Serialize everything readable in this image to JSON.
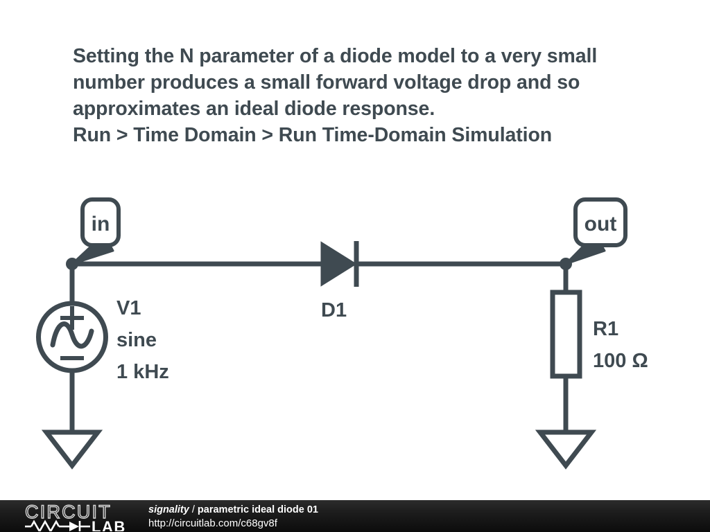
{
  "description": {
    "lines": [
      "Setting the N parameter of a diode model to a very small",
      "number produces a small forward voltage drop and so",
      "approximates an ideal diode response.",
      "Run > Time Domain > Run Time-Domain Simulation"
    ]
  },
  "schematic": {
    "nodes": [
      {
        "id": "in",
        "label": "in"
      },
      {
        "id": "out",
        "label": "out"
      }
    ],
    "components": {
      "source": {
        "name": "V1",
        "type": "sine",
        "frequency": "1 kHz",
        "symbol": "ac-voltage-source",
        "polarity_plus": "+",
        "polarity_minus": "−"
      },
      "diode": {
        "name": "D1",
        "symbol": "diode"
      },
      "resistor": {
        "name": "R1",
        "value": "100 Ω",
        "symbol": "resistor"
      },
      "ground_left": {
        "symbol": "ground"
      },
      "ground_right": {
        "symbol": "ground"
      }
    }
  },
  "footer": {
    "logo": {
      "word_top": "CIRCUIT",
      "word_bottom": "LAB",
      "symbol": "resistor-diode-line"
    },
    "author": "signality",
    "separator": " / ",
    "title": "parametric ideal diode 01",
    "url": "http://circuitlab.com/c68gv8f"
  },
  "colors": {
    "stroke": "#3f4a51",
    "background": "#ffffff",
    "footer_bg": "#121212",
    "footer_text": "#ffffff"
  }
}
